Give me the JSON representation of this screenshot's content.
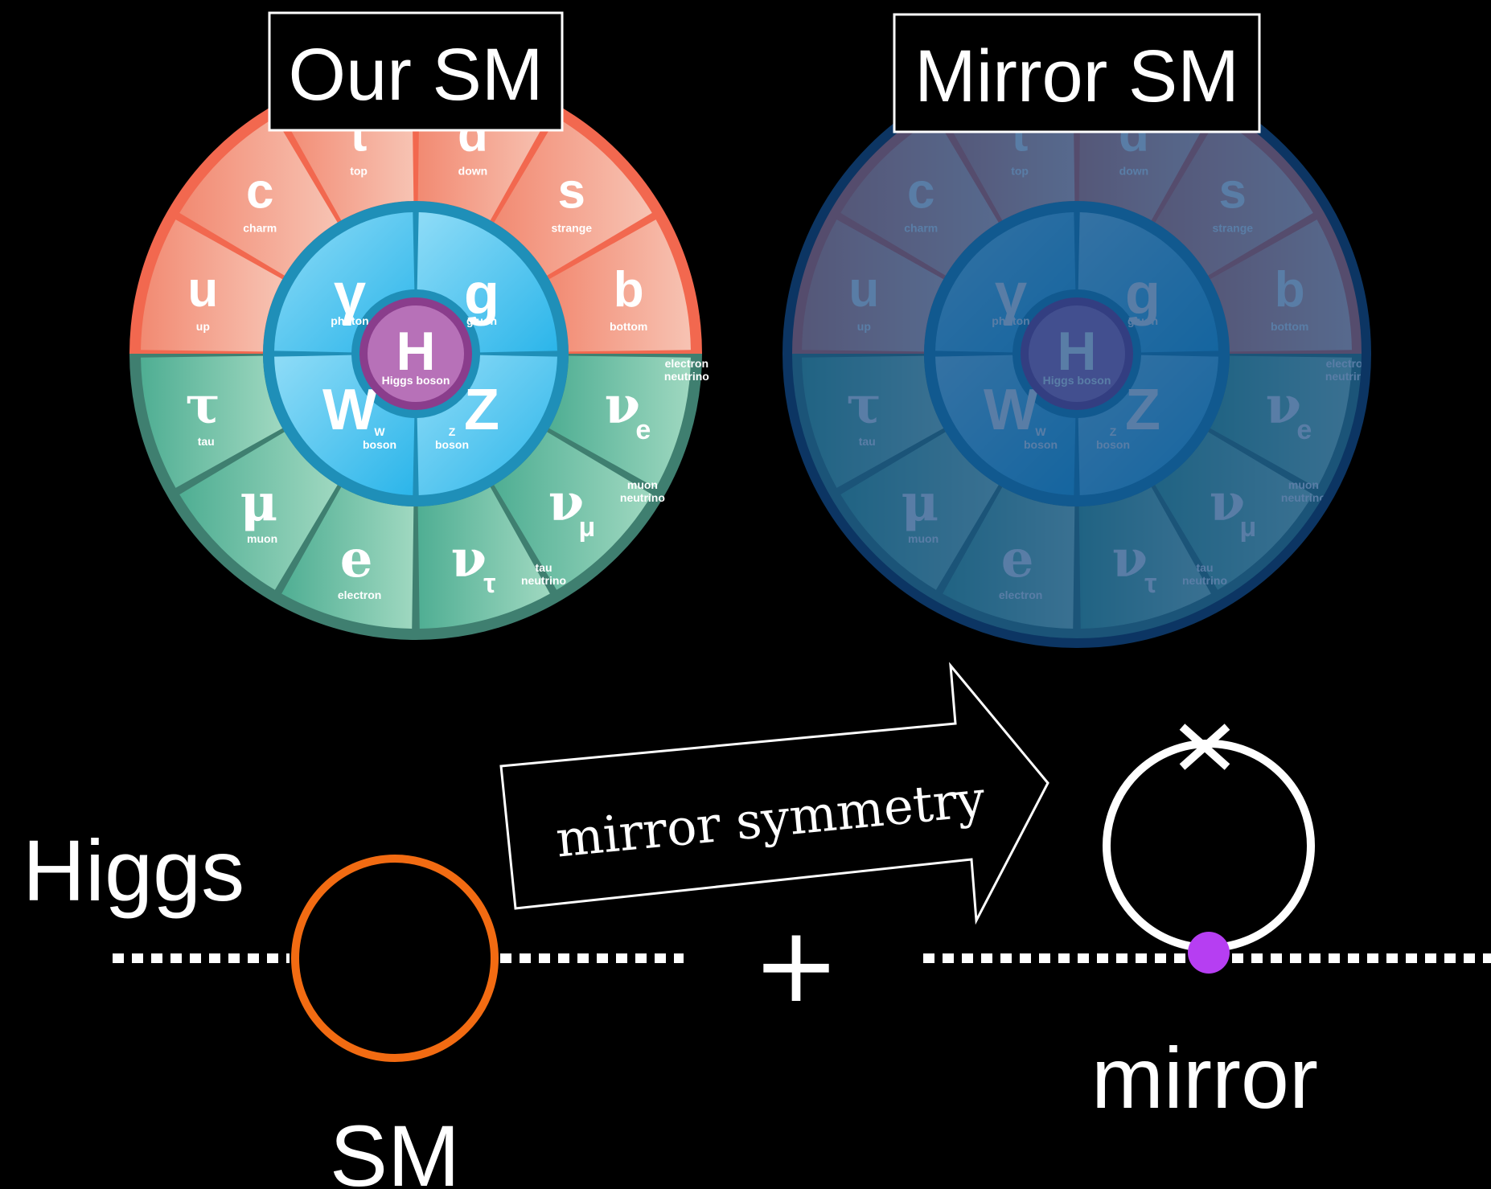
{
  "panels": {
    "ours_title": "Our SM",
    "mirror_title": "Mirror SM"
  },
  "center": {
    "symbol": "H",
    "name": "Higgs boson"
  },
  "bosons": [
    {
      "symbol": "γ",
      "name": "photon"
    },
    {
      "symbol": "g",
      "name": "gluon"
    },
    {
      "symbol": "W",
      "name": "W boson"
    },
    {
      "symbol": "Z",
      "name": "Z boson"
    }
  ],
  "quarks": [
    {
      "symbol": "u",
      "name": "up"
    },
    {
      "symbol": "c",
      "name": "charm"
    },
    {
      "symbol": "t",
      "name": "top"
    },
    {
      "symbol": "d",
      "name": "down"
    },
    {
      "symbol": "s",
      "name": "strange"
    },
    {
      "symbol": "b",
      "name": "bottom"
    }
  ],
  "leptons": [
    {
      "symbol": "ν",
      "sub": "e",
      "name": "electron neutrino"
    },
    {
      "symbol": "ν",
      "sub": "μ",
      "name": "muon neutrino"
    },
    {
      "symbol": "ν",
      "sub": "τ",
      "name": "tau neutrino"
    },
    {
      "symbol": "e",
      "sub": "",
      "name": "electron"
    },
    {
      "symbol": "μ",
      "sub": "",
      "name": "muon"
    },
    {
      "symbol": "τ",
      "sub": "",
      "name": "tau"
    }
  ],
  "colors": {
    "quark_ring": "#f2684f",
    "quark_fill": "#f4a08a",
    "lepton_ring": "#3f7f70",
    "lepton_fill": "#5fb89c",
    "boson_ring": "#1f8fb8",
    "boson_fill": "#49c3ef",
    "higgs_ring": "#8a3d8c",
    "higgs_fill": "#b771b8",
    "mirror_overlay": "#0a3f7c",
    "sm_loop": "#f26b12",
    "mirror_loop": "#ffffff",
    "vertex": "#b63ef2"
  },
  "arrow_text": "mirror symmetry",
  "labels": {
    "higgs": "Higgs",
    "sm": "SM",
    "plus": "+",
    "mirror": "mirror"
  }
}
